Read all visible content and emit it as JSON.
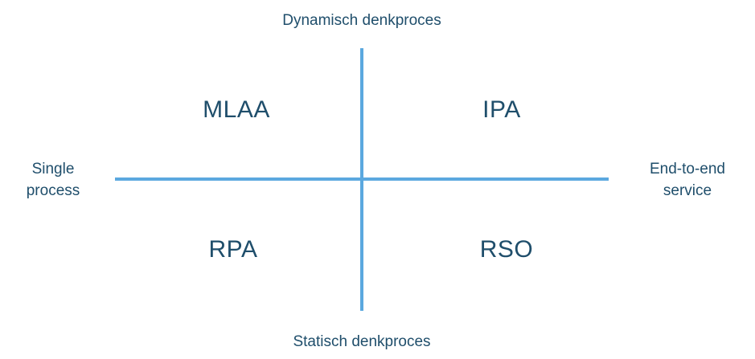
{
  "axes": {
    "top": "Dynamisch denkproces",
    "bottom": "Statisch denkproces",
    "left": [
      "Single",
      "process"
    ],
    "right": [
      "End-to-end",
      "service"
    ]
  },
  "quadrants": {
    "top_left": "MLAA",
    "top_right": "IPA",
    "bottom_left": "RPA",
    "bottom_right": "RSO"
  },
  "colors": {
    "axis_line": "#5ba8df",
    "text": "#1f4e6b"
  }
}
